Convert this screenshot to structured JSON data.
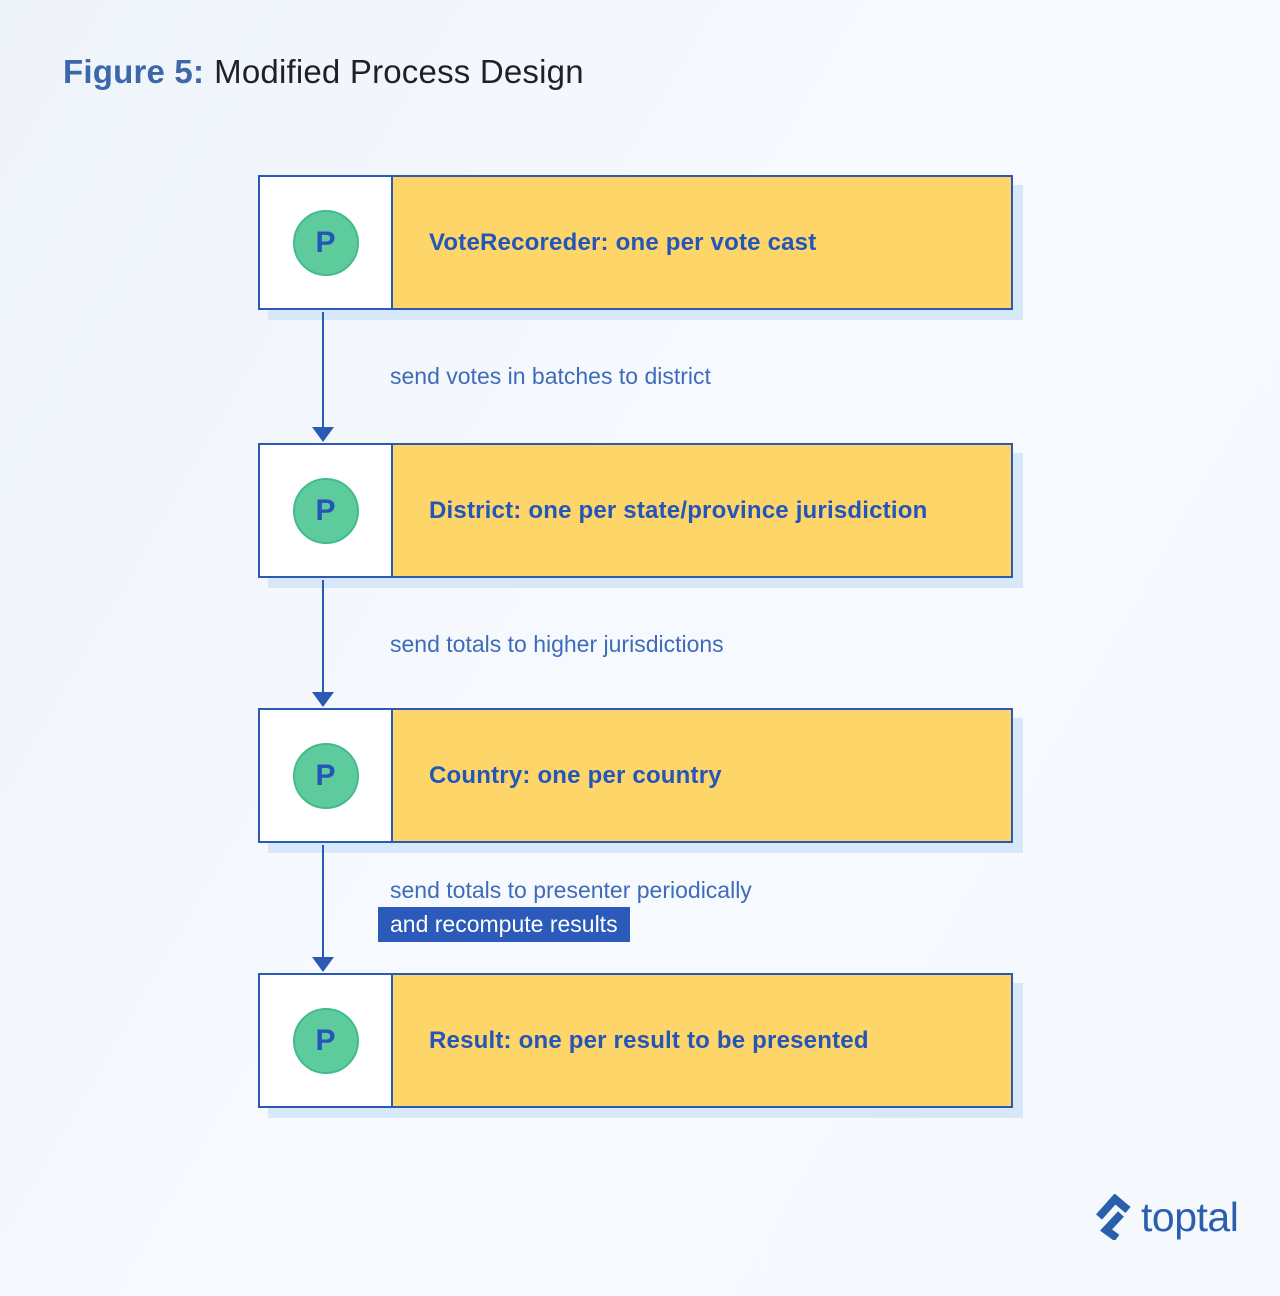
{
  "title": {
    "prefix": "Figure 5:",
    "text": "Modified Process Design"
  },
  "nodes": [
    {
      "badge": "P",
      "label": "VoteRecoreder: one per vote cast"
    },
    {
      "badge": "P",
      "label": "District: one per state/province jurisdiction"
    },
    {
      "badge": "P",
      "label": "Country: one per country"
    },
    {
      "badge": "P",
      "label": "Result: one per result to be presented"
    }
  ],
  "edges": [
    {
      "label": "send votes in batches to district"
    },
    {
      "label": "send totals to higher jurisdictions"
    },
    {
      "label": "send totals to presenter periodically",
      "highlight": "and recompute results"
    }
  ],
  "logo": {
    "wordmark": "toptal",
    "icon": "toptal-chevron-icon"
  },
  "colors": {
    "background": "#f5f9fd",
    "box_border_blue": "#2b5ab4",
    "box_fill_yellow": "#fdd569",
    "box_shadow_blue": "#d8e8fb",
    "node_text_blue": "#2455b8",
    "edge_text_blue": "#3f6bbb",
    "highlight_bg_blue": "#2b5abb",
    "highlight_text": "#ffffff",
    "badge_green_fill": "#5ecb9d",
    "badge_green_border": "#43bb8c",
    "title_prefix_blue": "#3c67ab",
    "title_text_dark": "#1f2126",
    "logo_blue": "#2a5fae"
  }
}
